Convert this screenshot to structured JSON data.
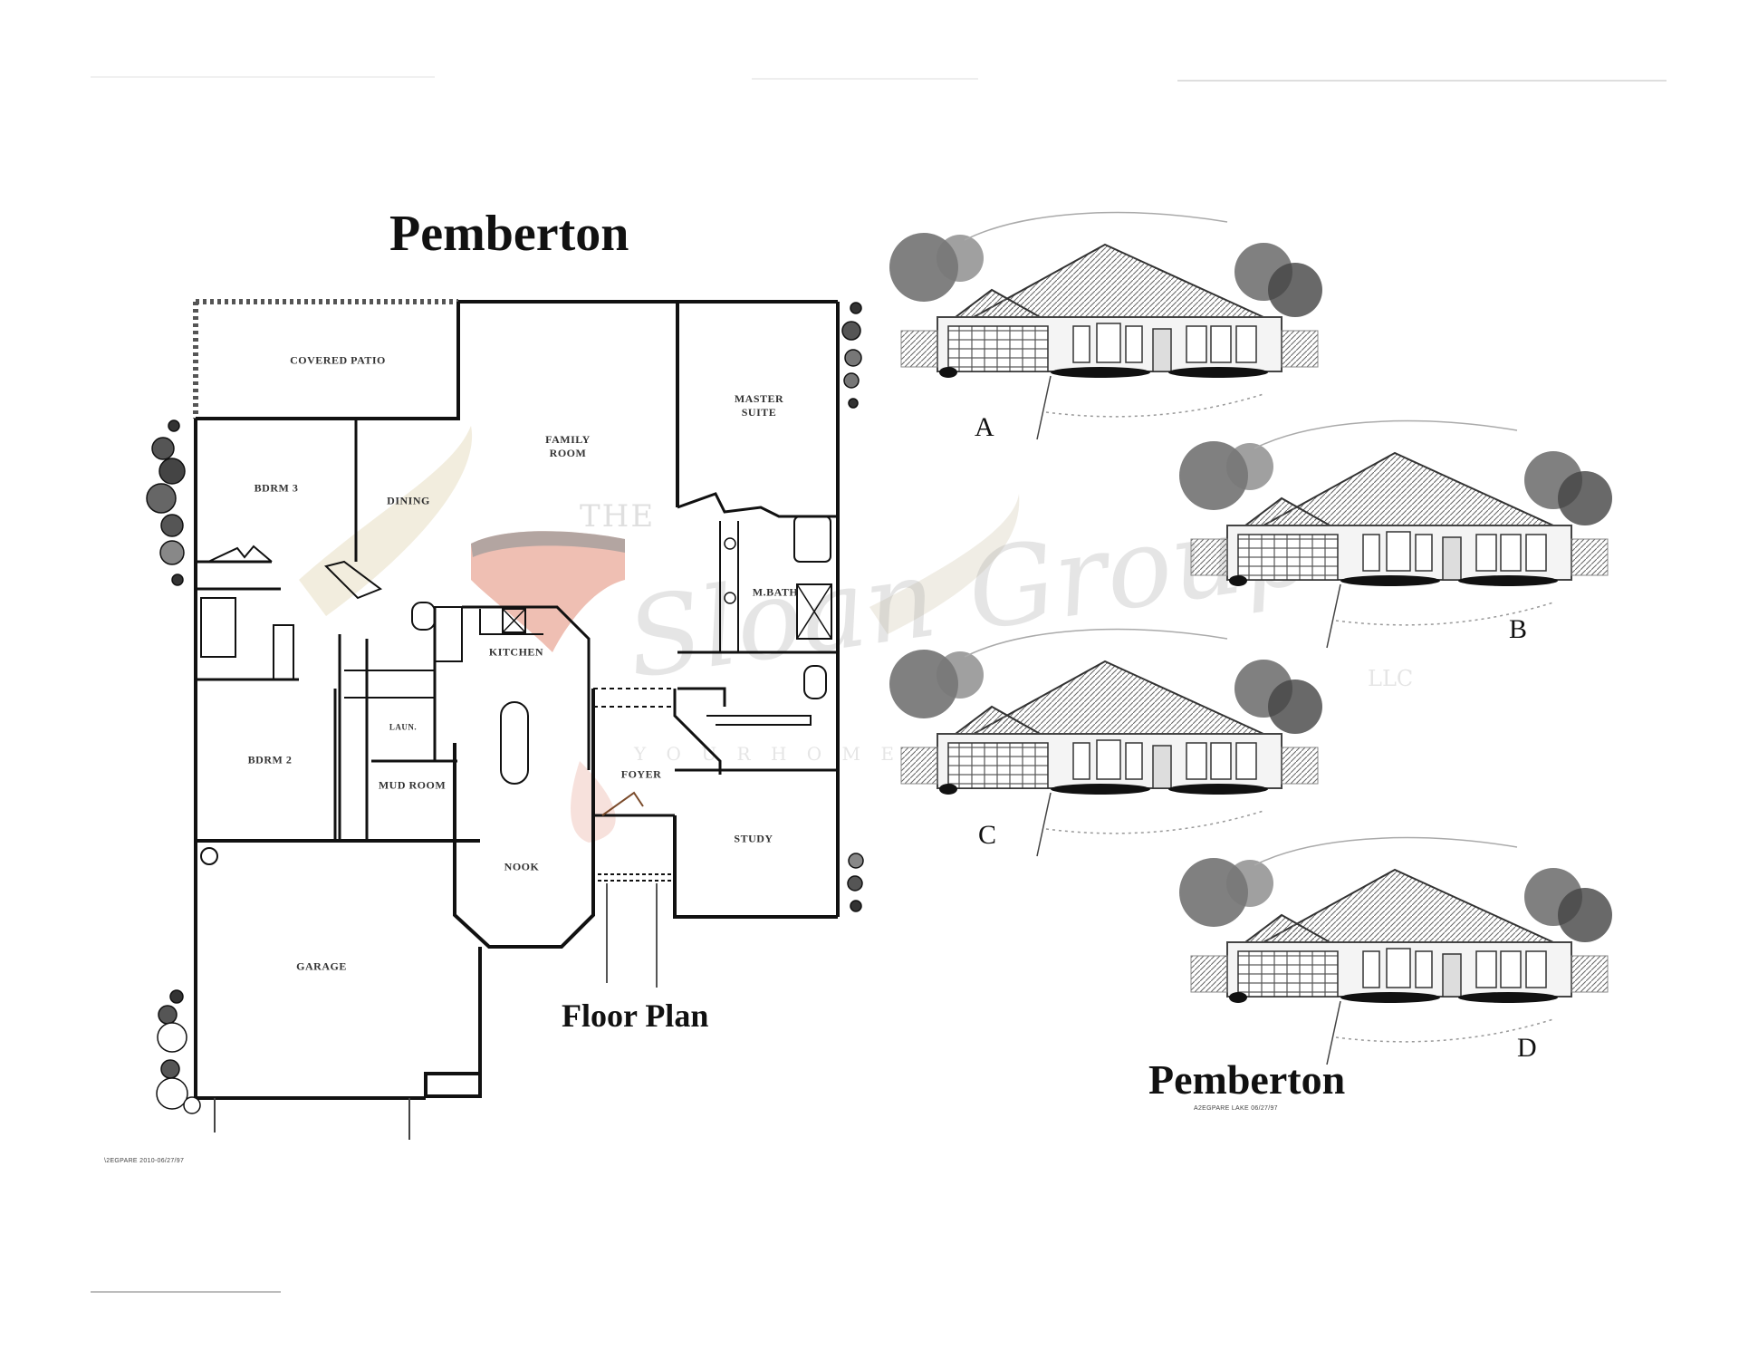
{
  "document": {
    "plan_title": "Pemberton",
    "floor_plan_caption": "Floor Plan",
    "elevations_title": "Pemberton",
    "plan_code_left": "\\2EGPARE 2010-06/27/97",
    "plan_code_right": "A2EGPARE LAKE 06/27/97"
  },
  "rooms": {
    "covered_patio": "COVERED PATIO",
    "family_room": "FAMILY\nROOM",
    "master_suite": "MASTER\nSUITE",
    "bdrm3": "BDRM 3",
    "dining": "DINING",
    "kitchen": "KITCHEN",
    "mbath": "M.BATH",
    "laun": "LAUN.",
    "bdrm2": "BDRM 2",
    "mud_room": "MUD ROOM",
    "foyer": "FOYER",
    "study": "STUDY",
    "nook": "NOOK",
    "garage": "GARAGE"
  },
  "elevations": [
    {
      "label": "A"
    },
    {
      "label": "B"
    },
    {
      "label": "C"
    },
    {
      "label": "D"
    }
  ],
  "watermark": {
    "prefix": "THE",
    "script": "Sloan Group",
    "suffix": "LLC",
    "tagline": "Y O U R   H O M E",
    "colors": {
      "salmon": "#e9a99a",
      "gray": "#9a9a9a",
      "cream": "#efe9d6"
    }
  }
}
